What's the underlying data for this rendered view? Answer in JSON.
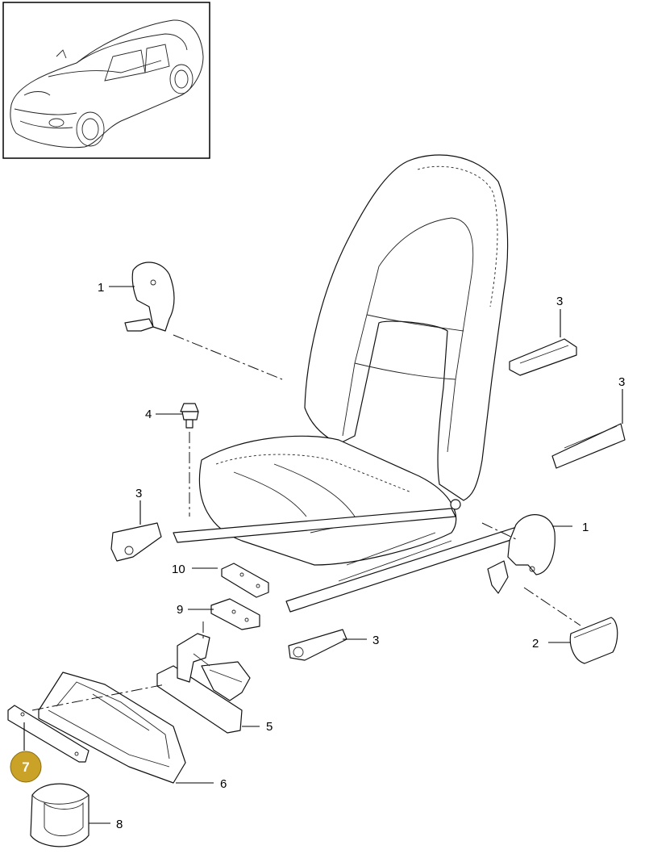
{
  "callouts": [
    {
      "id": "c1a",
      "text": "1"
    },
    {
      "id": "c1b",
      "text": "1"
    },
    {
      "id": "c2",
      "text": "2"
    },
    {
      "id": "c3a",
      "text": "3"
    },
    {
      "id": "c3b",
      "text": "3"
    },
    {
      "id": "c3c",
      "text": "3"
    },
    {
      "id": "c3d",
      "text": "3"
    },
    {
      "id": "c4",
      "text": "4"
    },
    {
      "id": "c5",
      "text": "5"
    },
    {
      "id": "c6",
      "text": "6"
    },
    {
      "id": "c7",
      "text": "7"
    },
    {
      "id": "c8",
      "text": "8"
    },
    {
      "id": "c9",
      "text": "9"
    },
    {
      "id": "c10",
      "text": "10"
    }
  ],
  "highlight": {
    "callout": "7",
    "color": "#c9a227"
  }
}
